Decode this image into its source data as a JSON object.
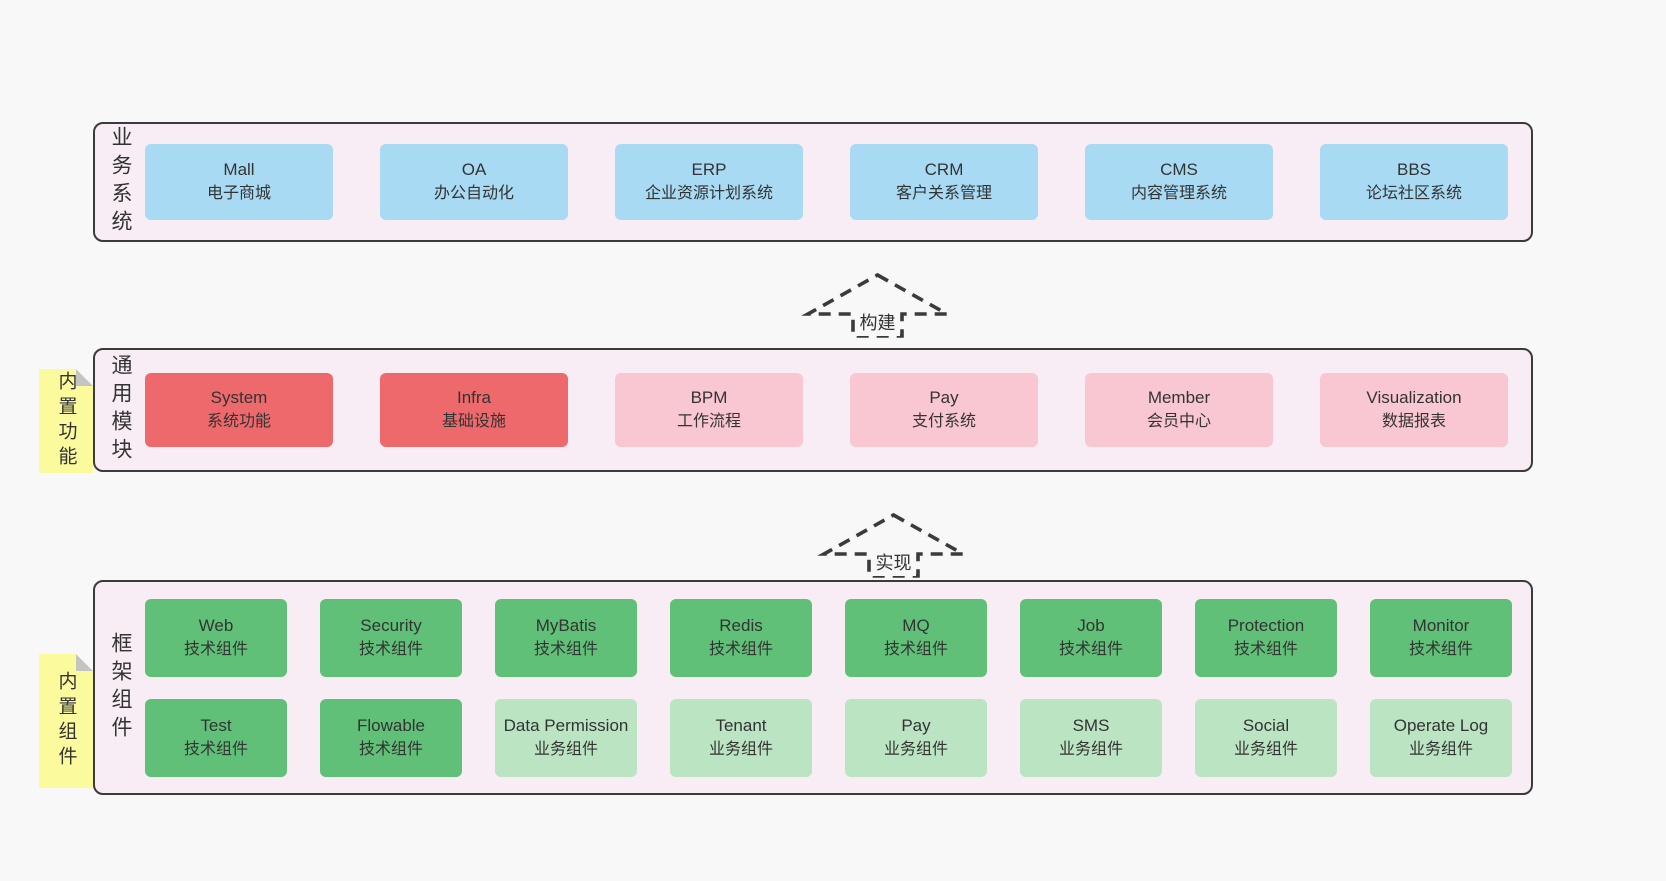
{
  "colors": {
    "page_bg": "#f8f8f8",
    "panel_bg": "#f8edf5",
    "panel_border": "#3b3b3b",
    "blue_box": "#a8daf3",
    "red_box": "#ee696b",
    "pink_box": "#f9c7d1",
    "green_box": "#60c077",
    "light_green_box": "#bbe4c2",
    "note_bg": "#fbfa9d",
    "note_fold": "#c4c4c4",
    "text": "#333333"
  },
  "arrows": [
    {
      "label": "构建"
    },
    {
      "label": "实现"
    }
  ],
  "layers": {
    "business": {
      "label": "业务系统",
      "boxes": [
        {
          "name": "Mall",
          "desc": "电子商城"
        },
        {
          "name": "OA",
          "desc": "办公自动化"
        },
        {
          "name": "ERP",
          "desc": "企业资源计划系统"
        },
        {
          "name": "CRM",
          "desc": "客户关系管理"
        },
        {
          "name": "CMS",
          "desc": "内容管理系统"
        },
        {
          "name": "BBS",
          "desc": "论坛社区系统"
        }
      ]
    },
    "modules": {
      "label": "通用模块",
      "note": "内置功能",
      "boxes": [
        {
          "name": "System",
          "desc": "系统功能"
        },
        {
          "name": "Infra",
          "desc": "基础设施"
        },
        {
          "name": "BPM",
          "desc": "工作流程"
        },
        {
          "name": "Pay",
          "desc": "支付系统"
        },
        {
          "name": "Member",
          "desc": "会员中心"
        },
        {
          "name": "Visualization",
          "desc": "数据报表"
        }
      ]
    },
    "components": {
      "label": "框架组件",
      "note": "内置组件",
      "row1": [
        {
          "name": "Web",
          "desc": "技术组件"
        },
        {
          "name": "Security",
          "desc": "技术组件"
        },
        {
          "name": "MyBatis",
          "desc": "技术组件"
        },
        {
          "name": "Redis",
          "desc": "技术组件"
        },
        {
          "name": "MQ",
          "desc": "技术组件"
        },
        {
          "name": "Job",
          "desc": "技术组件"
        },
        {
          "name": "Protection",
          "desc": "技术组件"
        },
        {
          "name": "Monitor",
          "desc": "技术组件"
        }
      ],
      "row2": [
        {
          "name": "Test",
          "desc": "技术组件"
        },
        {
          "name": "Flowable",
          "desc": "技术组件"
        },
        {
          "name": "Data Permission",
          "desc": "业务组件"
        },
        {
          "name": "Tenant",
          "desc": "业务组件"
        },
        {
          "name": "Pay",
          "desc": "业务组件"
        },
        {
          "name": "SMS",
          "desc": "业务组件"
        },
        {
          "name": "Social",
          "desc": "业务组件"
        },
        {
          "name": "Operate Log",
          "desc": "业务组件"
        }
      ]
    }
  }
}
